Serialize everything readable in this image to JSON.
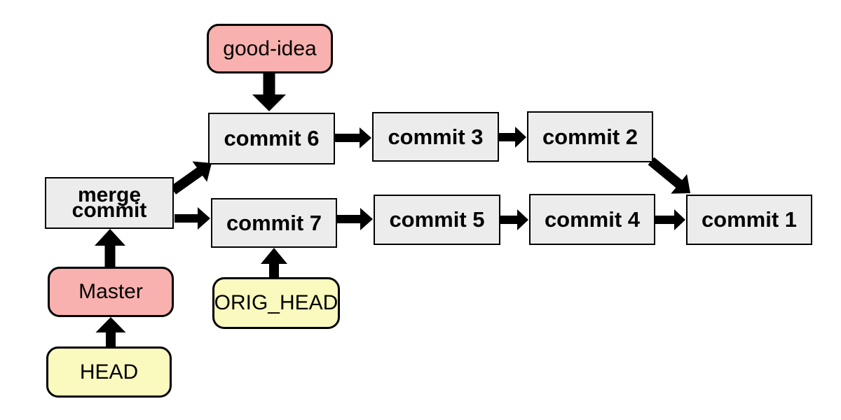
{
  "diagram": {
    "background": "#ffffff",
    "colors": {
      "commit_fill": "#ececec",
      "branch_fill": "#f8b1ae",
      "head_fill": "#fafabe",
      "border": "#000000",
      "arrow": "#000000",
      "text": "#000000"
    },
    "nodes": [
      {
        "id": "good-idea",
        "label": "good-idea",
        "type": "branch"
      },
      {
        "id": "commit-6",
        "label": "commit 6",
        "type": "commit"
      },
      {
        "id": "commit-3",
        "label": "commit 3",
        "type": "commit"
      },
      {
        "id": "commit-2",
        "label": "commit 2",
        "type": "commit"
      },
      {
        "id": "merge-commit",
        "label": "merge commit",
        "lines": [
          "merge",
          "commit"
        ],
        "type": "commit"
      },
      {
        "id": "commit-7",
        "label": "commit 7",
        "type": "commit"
      },
      {
        "id": "commit-5",
        "label": "commit 5",
        "type": "commit"
      },
      {
        "id": "commit-4",
        "label": "commit 4",
        "type": "commit"
      },
      {
        "id": "commit-1",
        "label": "commit 1",
        "type": "commit"
      },
      {
        "id": "master",
        "label": "Master",
        "type": "branch"
      },
      {
        "id": "orig-head",
        "label": "ORIG_HEAD",
        "type": "ref"
      },
      {
        "id": "head",
        "label": "HEAD",
        "type": "ref"
      }
    ],
    "edges": [
      {
        "from": "good-idea",
        "to": "commit-6"
      },
      {
        "from": "commit-6",
        "to": "commit-3"
      },
      {
        "from": "commit-3",
        "to": "commit-2"
      },
      {
        "from": "commit-2",
        "to": "commit-1"
      },
      {
        "from": "merge-commit",
        "to": "commit-6"
      },
      {
        "from": "merge-commit",
        "to": "commit-7"
      },
      {
        "from": "commit-7",
        "to": "commit-5"
      },
      {
        "from": "commit-5",
        "to": "commit-4"
      },
      {
        "from": "commit-4",
        "to": "commit-1"
      },
      {
        "from": "master",
        "to": "merge-commit"
      },
      {
        "from": "head",
        "to": "master"
      },
      {
        "from": "orig-head",
        "to": "commit-7"
      }
    ]
  }
}
